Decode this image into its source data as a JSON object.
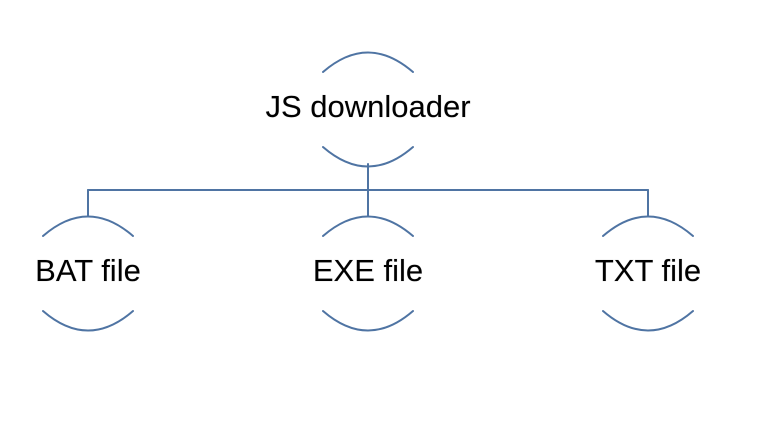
{
  "diagram": {
    "root": {
      "label": "JS downloader"
    },
    "children": [
      {
        "label": "BAT file"
      },
      {
        "label": "EXE file"
      },
      {
        "label": "TXT file"
      }
    ]
  },
  "colors": {
    "line": "#4f74a3",
    "text": "#000000",
    "background": "#ffffff"
  }
}
